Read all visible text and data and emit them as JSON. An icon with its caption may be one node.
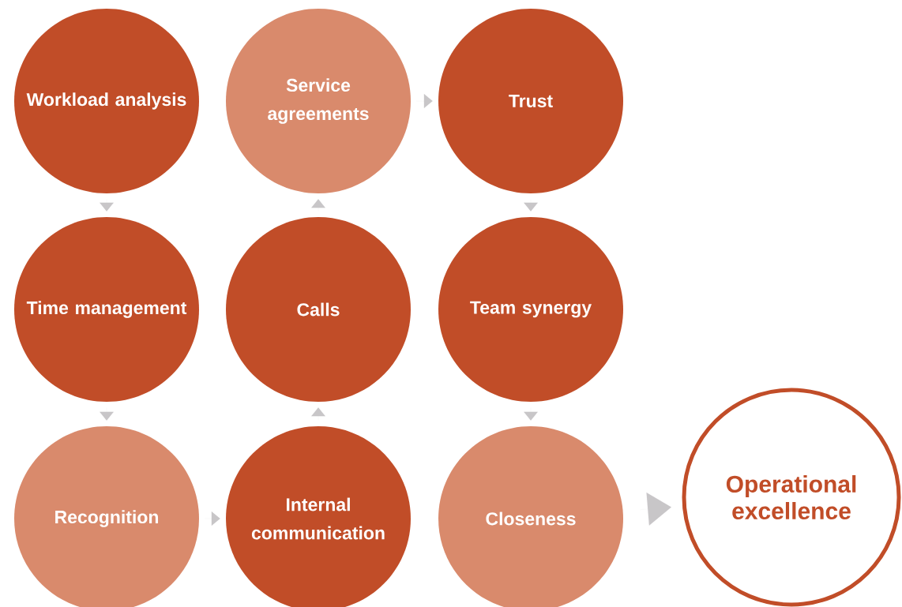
{
  "diagram": {
    "nodes": [
      {
        "text": [
          "Workload analysis"
        ]
      },
      {
        "text": [
          "Time management"
        ]
      },
      {
        "text": [
          "Recognition"
        ]
      },
      {
        "text": [
          "Internal communication"
        ]
      },
      {
        "text": [
          "Calls"
        ]
      },
      {
        "text": [
          "Service agreements"
        ]
      },
      {
        "text": [
          "Trust"
        ]
      },
      {
        "text": [
          "Team synergy"
        ]
      },
      {
        "text": [
          "Closeness"
        ]
      },
      {
        "text": [
          "Operational excellence"
        ]
      }
    ],
    "edges": [
      {
        "from": 0,
        "to": 1,
        "arrow": "to"
      },
      {
        "from": 1,
        "to": 2,
        "arrow": "to"
      },
      {
        "from": 2,
        "to": 3,
        "arrow": "to"
      },
      {
        "from": 3,
        "to": 4,
        "arrow": "to"
      },
      {
        "from": 4,
        "to": 5,
        "arrow": "to"
      },
      {
        "from": 5,
        "to": 6,
        "arrow": "to"
      },
      {
        "from": 6,
        "to": 7,
        "arrow": "to"
      },
      {
        "from": 7,
        "to": 8,
        "arrow": "to"
      },
      {
        "from": 8,
        "to": 9,
        "arrow": "to",
        "style": "thick"
      }
    ]
  }
}
